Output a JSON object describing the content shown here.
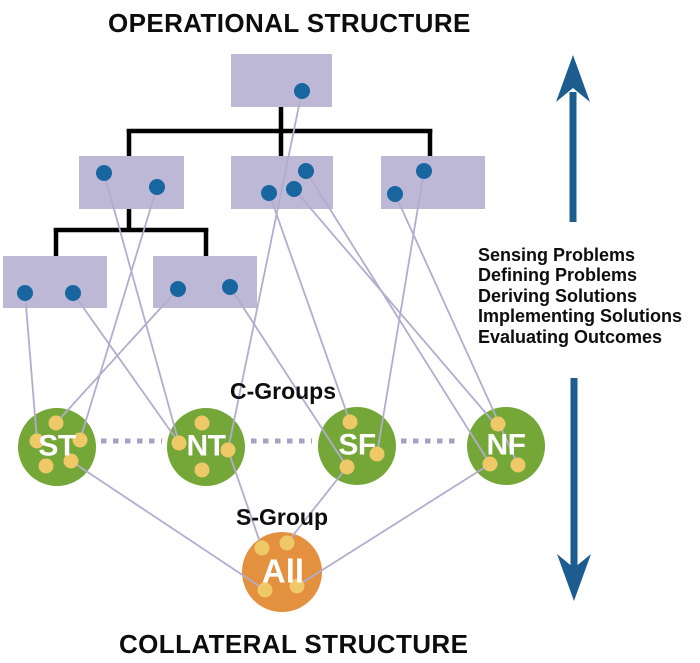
{
  "titles": {
    "top": "OPERATIONAL STRUCTURE",
    "bottom": "COLLATERAL STRUCTURE"
  },
  "process_steps": [
    "Sensing Problems",
    "Defining Problems",
    "Deriving Solutions",
    "Implementing Solutions",
    "Evaluating Outcomes"
  ],
  "collateral": {
    "c_groups_label": "C-Groups",
    "s_group_label": "S-Group",
    "c_groups": [
      {
        "label": "ST",
        "inner_dots": 5
      },
      {
        "label": "NT",
        "inner_dots": 4
      },
      {
        "label": "SF",
        "inner_dots": 3
      },
      {
        "label": "NF",
        "inner_dots": 3
      }
    ],
    "s_group": {
      "label": "All",
      "inner_dots": 4
    }
  },
  "operational_units": [
    {
      "id": "top-unit",
      "members": 1
    },
    {
      "id": "level2-left",
      "members": 2
    },
    {
      "id": "level2-center",
      "members": 3
    },
    {
      "id": "level2-right",
      "members": 2
    },
    {
      "id": "level3-left",
      "members": 2
    },
    {
      "id": "level3-right",
      "members": 2
    }
  ],
  "arrows": {
    "right_top": "up",
    "right_bottom": "down"
  },
  "colors": {
    "unit_rect": "#bdb8d6",
    "member_dot": "#17669f",
    "tree_line": "#000000",
    "link_line": "#b2adcf",
    "dotted_link": "#a6a1c5",
    "c_group_circle": "#74a738",
    "s_group_circle": "#e3913f",
    "inner_dot": "#efc868",
    "arrow": "#1d5c8e",
    "text": "#0d0d0d"
  }
}
